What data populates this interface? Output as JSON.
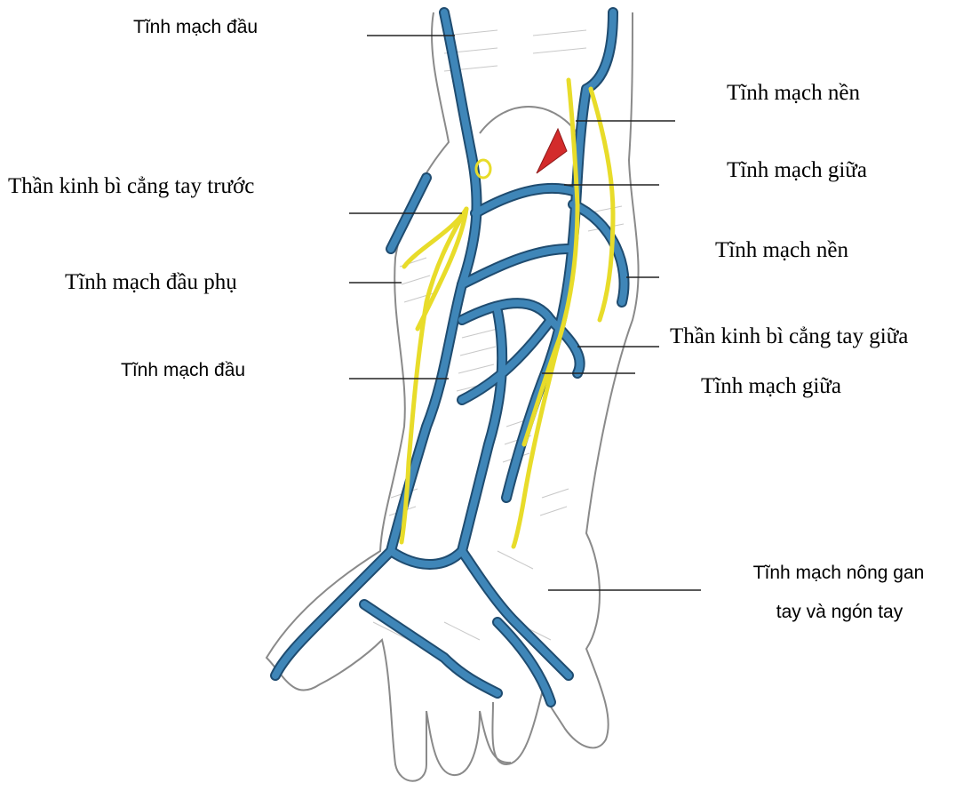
{
  "diagram": {
    "colors": {
      "vein": "#3f86b8",
      "vein_outline": "#1f4c70",
      "nerve": "#e8dc2a",
      "artery": "#d32b2b",
      "skin_line": "#9a9a9a",
      "leader": "#222222"
    },
    "labels": {
      "cephalic_top": "Tĩnh mạch đầu",
      "basilic_top": "Tĩnh mạch nền",
      "median_top": "Tĩnh mạch giữa",
      "lat_cutaneous": "Thần kinh bì cẳng tay trước",
      "basilic_mid": "Tĩnh mạch nền",
      "accessory_cephalic": "Tĩnh mạch đầu phụ",
      "med_cutaneous": "Thần kinh bì cẳng tay giữa",
      "cephalic_low": "Tĩnh mạch đầu",
      "median_low": "Tĩnh mạch giữa",
      "palmar_line1": "Tĩnh mạch nông gan",
      "palmar_line2": "tay và ngón tay"
    }
  }
}
